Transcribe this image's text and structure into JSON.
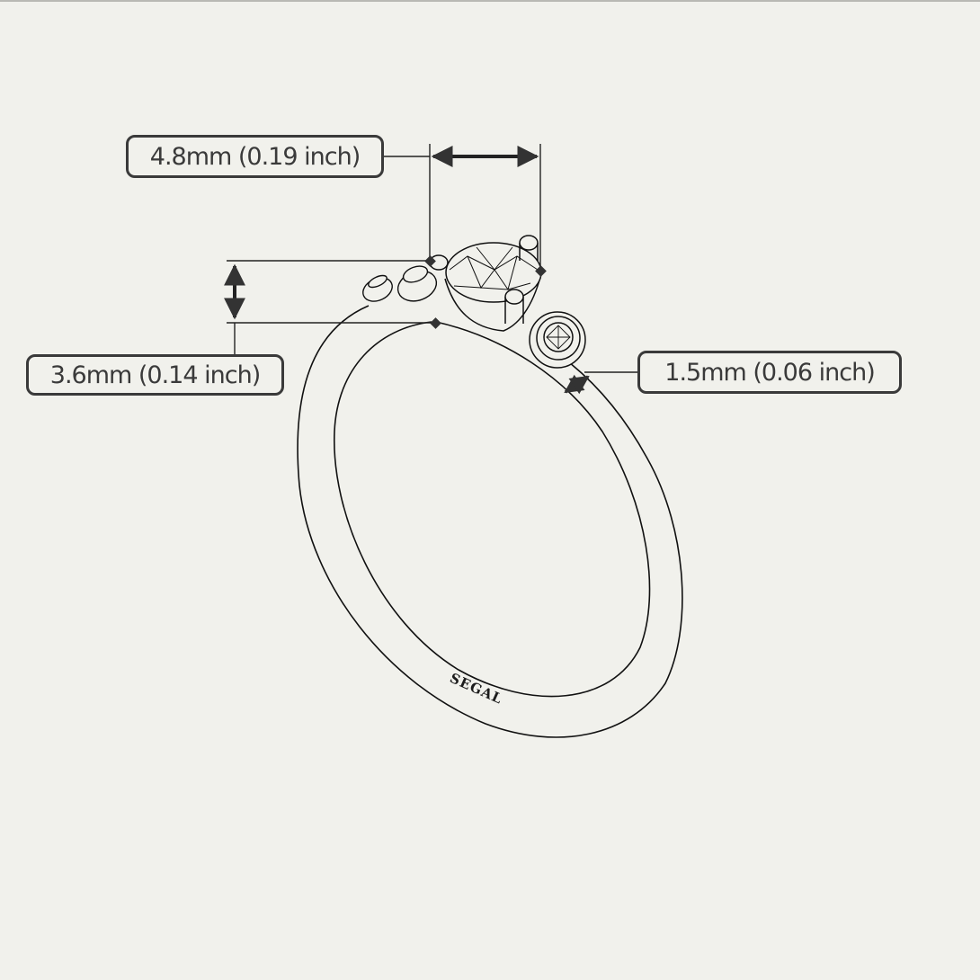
{
  "colors": {
    "background": "#f1f1ec",
    "line": "#111111",
    "callout": "#3a3a3a"
  },
  "dimensions": {
    "center_stone_width": {
      "label": "4.8mm (0.19 inch)",
      "mm": 4.8,
      "inch": 0.19
    },
    "setting_height": {
      "label": "3.6mm (0.14 inch)",
      "mm": 3.6,
      "inch": 0.14
    },
    "band_width": {
      "label": "1.5mm (0.06 inch)",
      "mm": 1.5,
      "inch": 0.06
    }
  },
  "ring": {
    "engraving": "SEGAL",
    "stones": [
      "left-accent-small",
      "left-accent-bezel",
      "center-round-stone",
      "right-accent-bezel"
    ]
  }
}
